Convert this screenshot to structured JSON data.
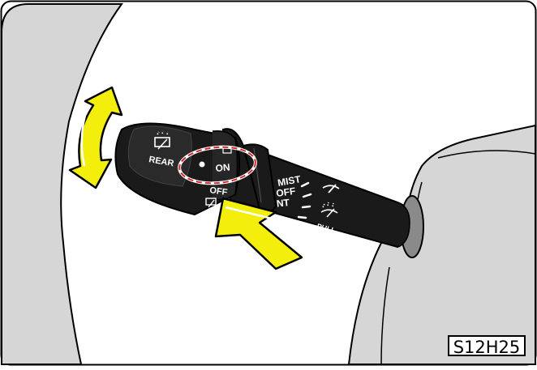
{
  "figure_code": "S12H25",
  "labels": {
    "rear": "REAR",
    "on": "ON",
    "off_rear": "OFF",
    "mist": "MIST",
    "off": "OFF",
    "int": "INT",
    "pull": "PULL"
  },
  "colors": {
    "arrow_fill": "#f4ee0c",
    "highlight_ring": "#d8262a",
    "housing_gray": "#d4d4d4",
    "stalk_black": "#1a1a1a"
  },
  "icons": [
    "rear-wiper-icon",
    "rear-washer-icon",
    "front-wiper-icon",
    "front-washer-icon"
  ]
}
